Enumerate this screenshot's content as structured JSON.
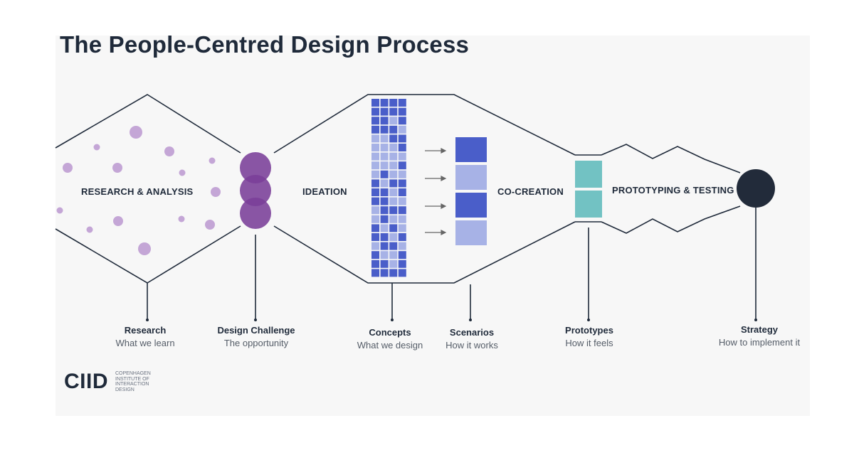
{
  "title": "The People-Centred Design Process",
  "stages": {
    "research": "RESEARCH & ANALYSIS",
    "ideation": "IDEATION",
    "cocreation": "CO-CREATION",
    "prototyping": "PROTOTYPING & TESTING"
  },
  "captions": [
    {
      "title": "Research",
      "subtitle": "What we learn"
    },
    {
      "title": "Design Challenge",
      "subtitle": "The opportunity"
    },
    {
      "title": "Concepts",
      "subtitle": "What we design"
    },
    {
      "title": "Scenarios",
      "subtitle": "How it works"
    },
    {
      "title": "Prototypes",
      "subtitle": "How it feels"
    },
    {
      "title": "Strategy",
      "subtitle": "How to implement it"
    }
  ],
  "logo": {
    "mark": "CIID",
    "full": "COPENHAGEN INSTITUTE OF INTERACTION DESIGN"
  },
  "colors": {
    "dark": "#1f2a3a",
    "lilac": "#c4a6d6",
    "purple": "#7a3f99",
    "blue_dark": "#4a5ec9",
    "blue_light": "#a7b2e6",
    "teal": "#72c2c3"
  }
}
